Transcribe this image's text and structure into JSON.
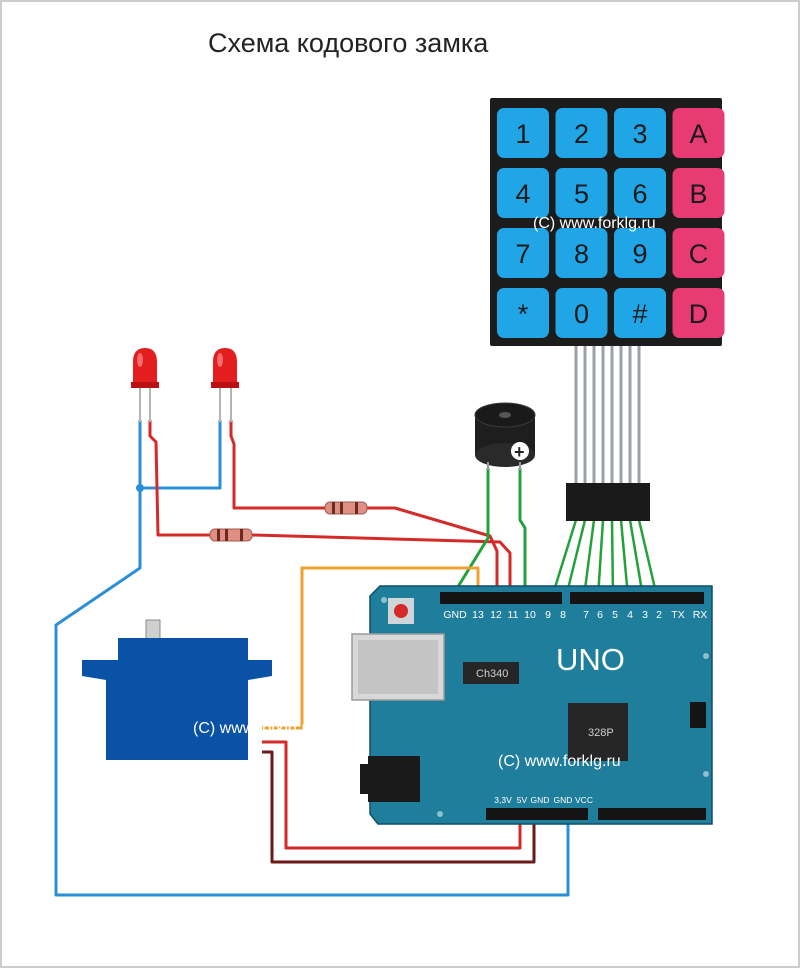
{
  "title": "Схема кодового замка",
  "keypad": {
    "keys": [
      "1",
      "2",
      "3",
      "A",
      "4",
      "5",
      "6",
      "B",
      "7",
      "8",
      "9",
      "C",
      "*",
      "0",
      "#",
      "D"
    ],
    "watermark": "(C) www.forklg.ru"
  },
  "servo": {
    "watermark": "(C) www.forklg.ru"
  },
  "board": {
    "name": "UNO",
    "usb_chip": "Ch340",
    "mcu": "328P",
    "watermark": "(C) www.forklg.ru",
    "top_pins": [
      "GND",
      "13",
      "12",
      "11",
      "10",
      "9",
      "8",
      "7",
      "6",
      "5",
      "4",
      "3",
      "2",
      "TX",
      "RX"
    ],
    "bottom_pins": [
      "3,3V",
      "5V",
      "GND",
      "GND",
      "VCC"
    ]
  },
  "buzzer": {
    "polarity": "+"
  },
  "colors": {
    "board": "#1e7e9c",
    "keypad_body": "#1c1c1c",
    "key_blue": "#20a6e6",
    "key_red": "#e83a73",
    "servo": "#0a52a6",
    "wire_red": "#d42a2a",
    "wire_blue": "#2a8fd6",
    "wire_green": "#22a23a",
    "wire_orange": "#f0a030",
    "wire_brown": "#6a1a1a"
  }
}
